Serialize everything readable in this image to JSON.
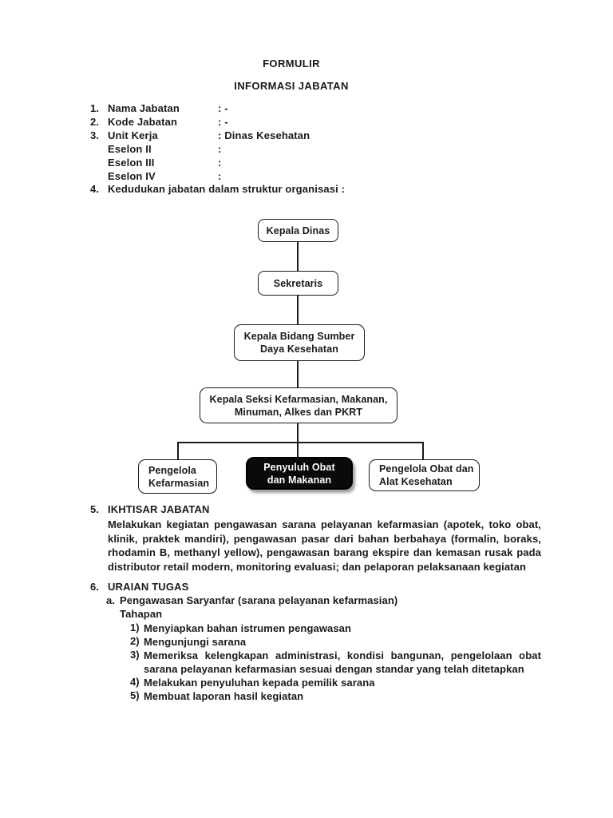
{
  "titles": {
    "line1": "FORMULIR",
    "line2": "INFORMASI JABATAN"
  },
  "fields": [
    {
      "no": "1.",
      "label": "Nama Jabatan",
      "value": ": -"
    },
    {
      "no": "2.",
      "label": "Kode Jabatan",
      "value": ": -"
    },
    {
      "no": "3.",
      "label": "Unit Kerja",
      "value": ": Dinas Kesehatan"
    },
    {
      "no": "",
      "label": "Eselon II",
      "value": ":"
    },
    {
      "no": "",
      "label": "Eselon III",
      "value": ":"
    },
    {
      "no": "",
      "label": "Eselon IV",
      "value": ":"
    }
  ],
  "section4": {
    "no": "4.",
    "title": "Kedudukan jabatan dalam struktur organisasi :"
  },
  "org_chart": {
    "nodes": [
      {
        "label": "Kepala Dinas"
      },
      {
        "label": "Sekretaris"
      },
      {
        "label": "Kepala Bidang Sumber Daya Kesehatan"
      },
      {
        "label": "Kepala Seksi Kefarmasian, Makanan, Minuman, Alkes dan PKRT"
      },
      {
        "label": "Pengelola Kefarmasian"
      },
      {
        "label": "Penyuluh Obat dan Makanan",
        "highlighted": true
      },
      {
        "label": "Pengelola Obat dan Alat Kesehatan"
      }
    ],
    "highlight_fill": "#0a0a0a",
    "box_border_color": "#1a1a1a"
  },
  "section5": {
    "no": "5.",
    "title": "IKHTISAR JABATAN",
    "body": "Melakukan kegiatan pengawasan sarana pelayanan kefarmasian (apotek, toko obat, klinik, praktek mandiri), pengawasan pasar dari bahan berbahaya (formalin, boraks, rhodamin B, methanyl yellow), pengawasan barang ekspire dan kemasan rusak pada distributor retail modern,  monitoring evaluasi; dan pelaporan pelaksanaan kegiatan"
  },
  "section6": {
    "no": "6.",
    "title": "URAIAN TUGAS",
    "sub_no": "a.",
    "sub_title": "Pengawasan Saryanfar (sarana pelayanan kefarmasian)",
    "stage_label": "Tahapan",
    "tasks": [
      {
        "no": "1)",
        "text": "Menyiapkan bahan istrumen pengawasan"
      },
      {
        "no": "2)",
        "text": "Mengunjungi sarana"
      },
      {
        "no": "3)",
        "text": "Memeriksa kelengkapan administrasi, kondisi bangunan, pengelolaan obat sarana pelayanan kefarmasian sesuai dengan standar yang telah ditetapkan"
      },
      {
        "no": "4)",
        "text": "Melakukan penyuluhan kepada pemilik sarana"
      },
      {
        "no": "5)",
        "text": "Membuat laporan hasil kegiatan"
      }
    ]
  }
}
